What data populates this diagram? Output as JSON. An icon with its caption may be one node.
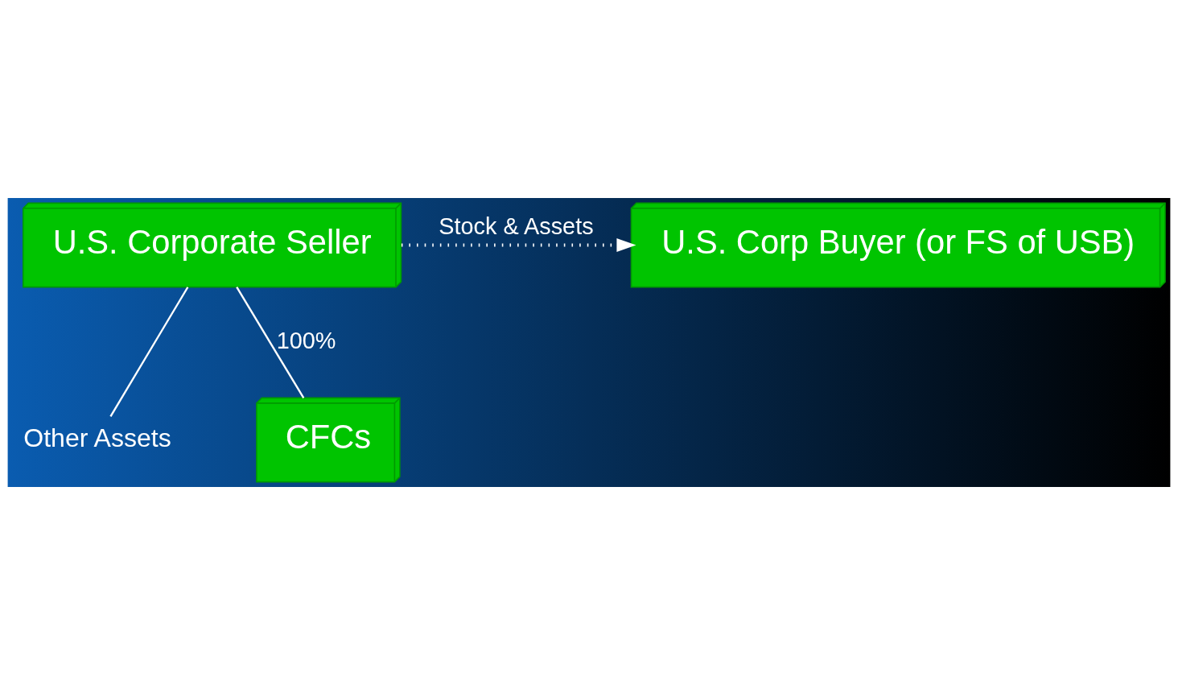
{
  "diagram": {
    "nodes": [
      {
        "text": [
          "U.S. Corporate Seller"
        ]
      },
      {
        "text": [
          "U.S. Corp Buyer (or FS of USB)"
        ]
      },
      {
        "text": [
          "Other Assets"
        ]
      },
      {
        "text": [
          "CFCs"
        ]
      }
    ],
    "edges": [
      {
        "from": 0,
        "to": 2,
        "arrow": "none"
      },
      {
        "from": 0,
        "to": 3,
        "arrow": "none",
        "label": "100%"
      },
      {
        "from": 0,
        "to": 1,
        "arrow": "to",
        "style": "dashed",
        "label": "Stock & Assets"
      }
    ]
  }
}
